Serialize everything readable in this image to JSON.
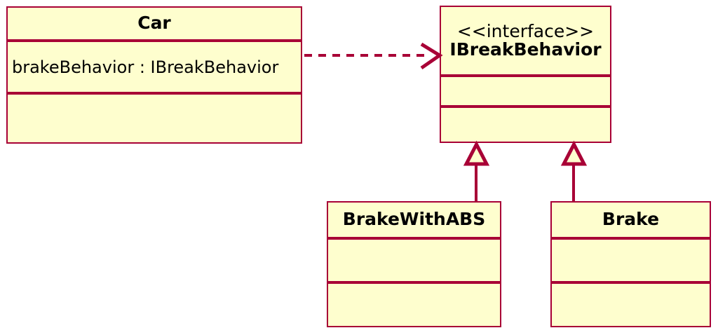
{
  "diagram": {
    "type": "uml-class-diagram",
    "background_color": "#FFFFFF",
    "box_fill_color": "#FEFECE",
    "line_color": "#A80036",
    "text_color": "#000000"
  },
  "classes": {
    "car": {
      "name": "Car",
      "stereotype": "",
      "attributes": [
        "brakeBehavior : IBreakBehavior"
      ],
      "methods": []
    },
    "ibreakbehavior": {
      "name": "IBreakBehavior",
      "stereotype": "<<interface>>",
      "attributes": [],
      "methods": []
    },
    "brakewithabs": {
      "name": "BrakeWithABS",
      "stereotype": "",
      "attributes": [],
      "methods": []
    },
    "brake": {
      "name": "Brake",
      "stereotype": "",
      "attributes": [],
      "methods": []
    }
  },
  "relationships": [
    {
      "from": "Car",
      "to": "IBreakBehavior",
      "type": "dependency",
      "style": "dashed",
      "arrowhead": "open"
    },
    {
      "from": "BrakeWithABS",
      "to": "IBreakBehavior",
      "type": "realization",
      "style": "solid",
      "arrowhead": "hollow-triangle"
    },
    {
      "from": "Brake",
      "to": "IBreakBehavior",
      "type": "realization",
      "style": "solid",
      "arrowhead": "hollow-triangle"
    }
  ]
}
